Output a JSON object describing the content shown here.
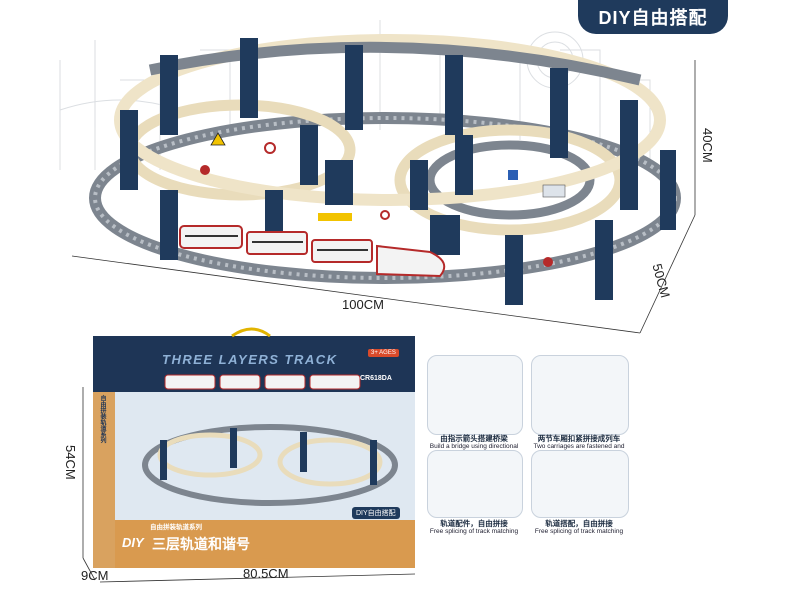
{
  "badge": {
    "label": "DIY自由搭配"
  },
  "dimensions": {
    "length": "100CM",
    "width": "50CM",
    "height": "40CM",
    "box_height": "54CM",
    "box_depth": "9CM",
    "box_length": "80.5CM"
  },
  "box": {
    "top_title": "THREE LAYERS TRACK",
    "series_cn": "自由拼装轨道系列",
    "age": "3+ AGES",
    "model": "CR618DA",
    "product_cn": "三层轨道和谐号",
    "diy_cn": "DIY自由搭配",
    "side_text": "自由拼装轨道系列",
    "logo_text": "DIY"
  },
  "panels": [
    {
      "cn": "由指示箭头搭建桥梁",
      "en": "Build a bridge using directional arrows"
    },
    {
      "cn": "两节车厢扣紧拼接成列车",
      "en": "Two carriages are fastened and spliced together to form a train"
    },
    {
      "cn": "轨道配件，自由拼接",
      "en": "Free splicing of track matching"
    },
    {
      "cn": "轨道搭配，自由拼接",
      "en": "Free splicing of track matching"
    }
  ],
  "colors": {
    "navy": "#1f3a5c",
    "cream": "#efe4c8",
    "gray": "#8e96a0",
    "orange": "#d9a25f",
    "red": "#b52a2a"
  }
}
